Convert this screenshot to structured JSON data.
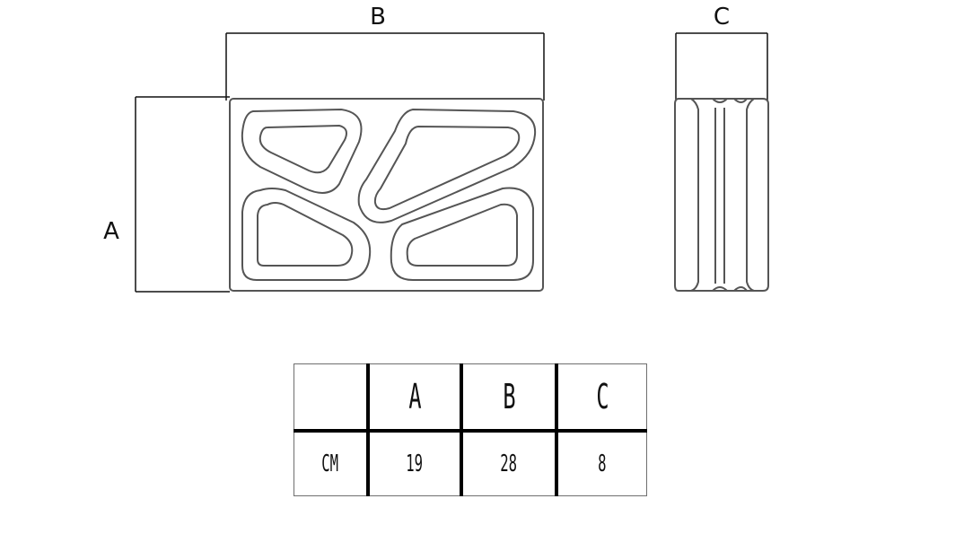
{
  "dimension_labels": {
    "a": "A",
    "b": "B",
    "c": "C"
  },
  "table": {
    "header": [
      "",
      "A",
      "B",
      "C"
    ],
    "rows": [
      {
        "unit": "CM",
        "values": [
          "19",
          "28",
          "8"
        ]
      }
    ]
  },
  "colors": {
    "line": "#555555",
    "dim_line": "#111111",
    "table_rule": "#000000"
  }
}
